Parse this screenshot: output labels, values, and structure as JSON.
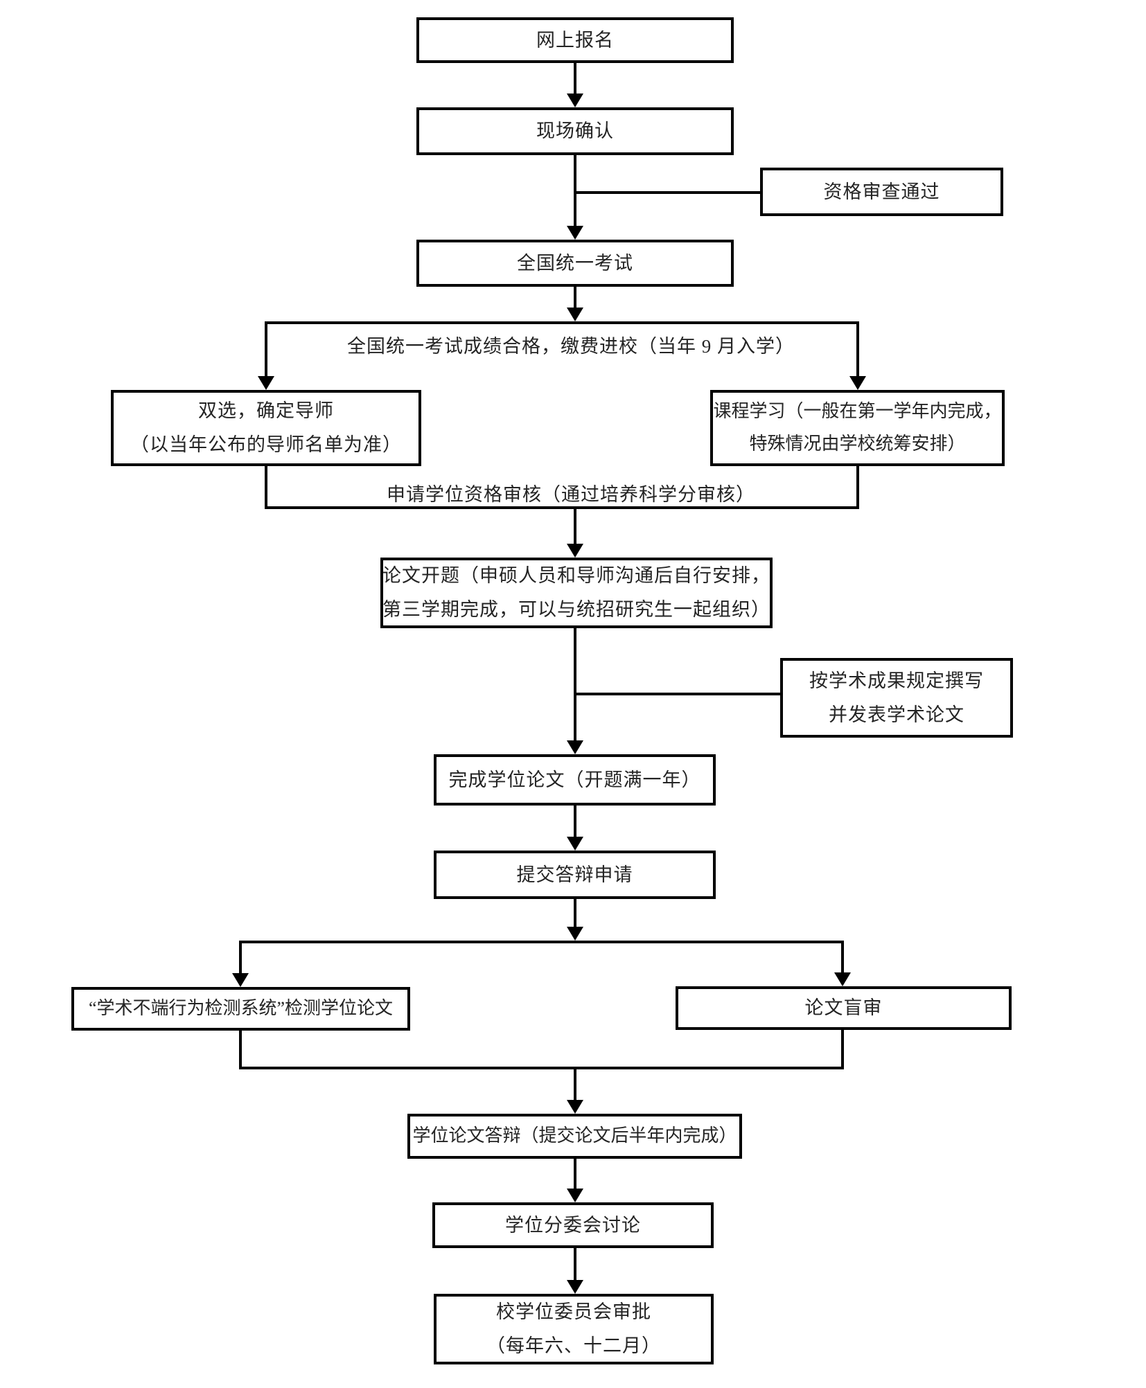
{
  "page": {
    "background_color": "#ffffff",
    "line_color": "#000000",
    "text_color": "#242424",
    "type": "flowchart"
  },
  "nodes": {
    "online_registration": {
      "label": "网上报名"
    },
    "onsite_confirmation": {
      "label": "现场确认"
    },
    "qualification_review": {
      "label": "资格审查通过"
    },
    "national_exam": {
      "label": "全国统一考试"
    },
    "exam_pass_note": {
      "label": "全国统一考试成绩合格，缴费进校（当年 9 月入学）"
    },
    "select_supervisor": {
      "line1": "双选，确定导师",
      "line2": "（以当年公布的导师名单为准）"
    },
    "course_study": {
      "line1": "课程学习（一般在第一学年内完成，",
      "line2": "特殊情况由学校统筹安排）"
    },
    "qualification_audit_note": {
      "label": "申请学位资格审核（通过培养科学分审核）"
    },
    "thesis_proposal": {
      "line1": "论文开题（申硕人员和导师沟通后自行安排，",
      "line2": "第三学期完成，可以与统招研究生一起组织）"
    },
    "academic_papers": {
      "line1": "按学术成果规定撰写",
      "line2": "并发表学术论文"
    },
    "complete_thesis": {
      "label": "完成学位论文（开题满一年）"
    },
    "defense_application": {
      "label": "提交答辩申请"
    },
    "plagiarism_check": {
      "label": "“学术不端行为检测系统”检测学位论文"
    },
    "blind_review": {
      "label": "论文盲审"
    },
    "thesis_defense": {
      "label": "学位论文答辩（提交论文后半年内完成）"
    },
    "subcommittee_discussion": {
      "label": "学位分委会讨论"
    },
    "university_committee": {
      "line1": "校学位委员会审批",
      "line2": "（每年六、十二月）"
    }
  }
}
